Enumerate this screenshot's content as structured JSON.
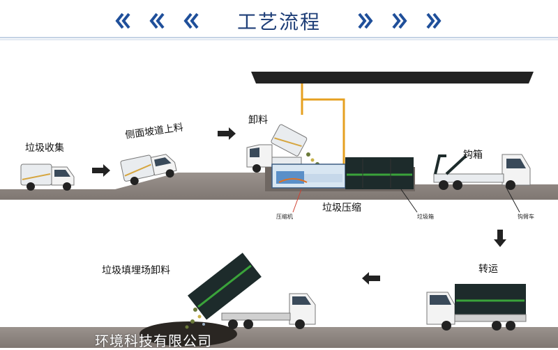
{
  "header": {
    "title": "工艺流程"
  },
  "steps": {
    "collect": "垃圾收集",
    "ramp": "侧面坡道上料",
    "unload": "卸料",
    "compress": "垃圾压缩",
    "hook": "钩箱",
    "transfer": "转运",
    "landfill": "垃圾填埋场卸料"
  },
  "callouts": {
    "compressor": "压缩机",
    "bin": "垃圾箱",
    "hook_truck": "钩臂车"
  },
  "footer": {
    "company_partial": "环境科技有限公司"
  },
  "colors": {
    "title": "#1f3f78",
    "chevron": "#1f4f9a",
    "ground": "#8c8480",
    "container": "#1d2b2b",
    "accent_green": "#3aa33a",
    "pipe_orange": "#e6a020",
    "roof": "#222222"
  }
}
